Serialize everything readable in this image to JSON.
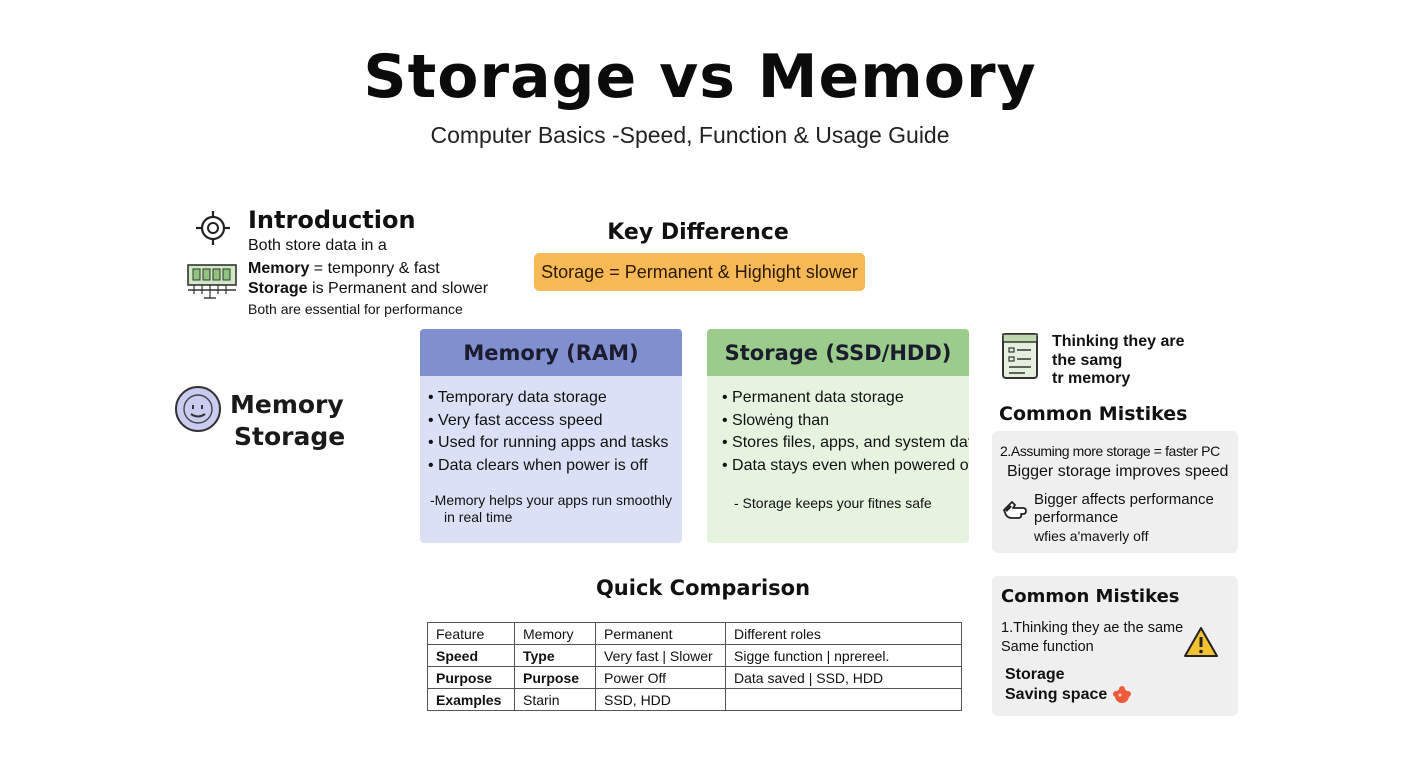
{
  "header": {
    "title": "Storage vs Memory",
    "subtitle": "Computer Basics -Speed, Function & Usage Guide"
  },
  "intro": {
    "heading": "Introduction",
    "line1": "Both store data in a",
    "line2_bold": "Memory",
    "line2_rest": " = temponry & fast",
    "line3_bold": "Storage",
    "line3_rest": " is Permanent and slower",
    "line4": "Both are essential for performance"
  },
  "key_difference": {
    "heading": "Key Difference",
    "box": "Storage = Permanent & Highight slower"
  },
  "side_label": {
    "line1": "Memory",
    "line2": "Storage"
  },
  "memory_card": {
    "heading": "Memory (RAM)",
    "bullets": [
      "Temporary data storage",
      "Very fast access speed",
      "Used for running apps and tasks",
      "Data clears when power is off"
    ],
    "note_line1": "-Memory helps your apps run smoothly",
    "note_line2": "in real time",
    "header_color": "#7f8fd0",
    "body_color": "#dbe0f6"
  },
  "storage_card": {
    "heading": "Storage (SSD/HDD)",
    "bullets": [
      "Permanent data storage",
      "Slowėng than",
      "Stores files, apps, and system data",
      "Data stays even when powered off"
    ],
    "note": "- Storage keeps your fitnes safe",
    "header_color": "#9ccc8c",
    "body_color": "#e6f3df"
  },
  "right_note": {
    "line1": "Thinking they are",
    "line2": "the samg",
    "line3": "tr memory"
  },
  "mistakes_1": {
    "title": "Common Mistikes",
    "item": "2.Assuming more storage = faster PC",
    "sub": "Bigger storage improves speed",
    "detail1": "Bigger affects performance",
    "detail2": "performance",
    "detail3": "wfies a'maverly off"
  },
  "mistakes_2": {
    "title": "Common Mistikes",
    "item1": "1.Thinking they ae the same",
    "item2": "Same function",
    "bold1": "Storage",
    "bold2": "Saving space"
  },
  "quick_comparison": {
    "heading": "Quick Comparison",
    "rows": [
      [
        "Feature",
        "Memory",
        "Permanent",
        "Different roles"
      ],
      [
        "Speed",
        "Type",
        "Very fast | Slower",
        "Sigge function | nprereel."
      ],
      [
        "Purpose",
        "Purpose",
        "Power Off",
        "Data saved | SSD, HDD"
      ],
      [
        "Examples",
        "Starin",
        "SSD, HDD",
        ""
      ]
    ]
  },
  "icons": [
    "target-icon",
    "ram-module-icon",
    "face-icon",
    "document-list-icon",
    "pointing-hand-icon",
    "warning-icon",
    "alert-blob-icon"
  ],
  "colors": {
    "key_box": "#f7b955",
    "mistake_box": "#efefef",
    "warning": "#f2c230"
  }
}
